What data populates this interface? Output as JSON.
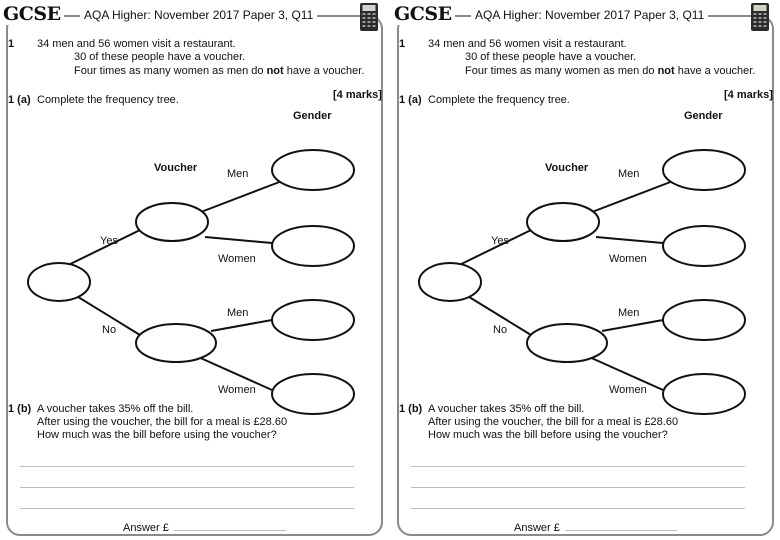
{
  "sheet": {
    "gcse_logo": "GCSE",
    "header_title": "AQA Higher: November 2017 Paper 3, Q11",
    "q_number": "1",
    "intro_line1": "34 men and 56 women visit a restaurant.",
    "intro_line2": "30 of these people have a voucher.",
    "intro_line3_pre": "Four times as many women as men do ",
    "intro_line3_bold": "not",
    "intro_line3_post": " have a voucher.",
    "part_a_label": "1 (a)",
    "part_a_text": "Complete the frequency tree.",
    "marks": "[4 marks]",
    "tree": {
      "gender_heading": "Gender",
      "voucher_heading": "Voucher",
      "yes_label": "Yes",
      "no_label": "No",
      "men_label": "Men",
      "women_label": "Women"
    },
    "part_b_label": "1 (b)",
    "part_b_line1": "A voucher takes 35% off the bill.",
    "part_b_line2": "After using the voucher, the bill for a meal is £28.60",
    "part_b_line3": "How much was the bill before using the voucher?",
    "answer_label": "Answer £"
  },
  "icons": {
    "calculator": "calculator-icon"
  },
  "colors": {
    "frame": "#8a8a8a",
    "text": "#111111",
    "answer_line": "#bdbdbd"
  }
}
